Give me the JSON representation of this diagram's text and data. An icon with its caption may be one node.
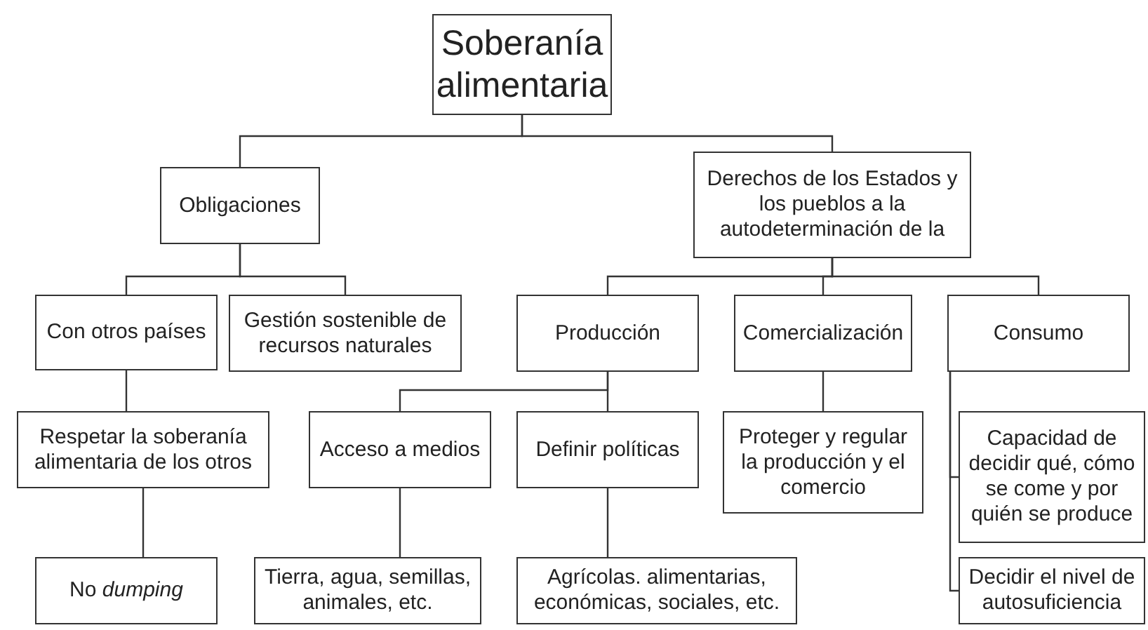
{
  "diagram": {
    "nodes": [
      {
        "text": [
          "Soberanía alimentaria"
        ]
      },
      {
        "text": [
          "Obligaciones"
        ]
      },
      {
        "text": [
          "Derechos de los Estados y los pueblos a la autodeterminación de la"
        ]
      },
      {
        "text": [
          "Con otros países"
        ]
      },
      {
        "text": [
          "Gestión sostenible de recursos naturales"
        ]
      },
      {
        "text": [
          "Producción"
        ]
      },
      {
        "text": [
          "Comercialización"
        ]
      },
      {
        "text": [
          "Consumo"
        ]
      },
      {
        "text": [
          "Respetar la soberanía alimentaria de los otros"
        ]
      },
      {
        "text": [
          "Acceso a medios"
        ]
      },
      {
        "text": [
          "Definir políticas"
        ]
      },
      {
        "text": [
          "Proteger y regular la producción y el comercio"
        ]
      },
      {
        "text": [
          "Capacidad de decidir qué, cómo se come y por quién se produce"
        ]
      },
      {
        "text": [
          "No *dumping*"
        ]
      },
      {
        "text": [
          "Tierra, agua, semillas, animales, etc."
        ]
      },
      {
        "text": [
          "Agrícolas. alimentarias, económicas, sociales, etc."
        ]
      },
      {
        "text": [
          "Decidir el nivel de autosuficiencia"
        ]
      }
    ],
    "edges": [
      {
        "from": 0,
        "to": 1,
        "arrow": "none"
      },
      {
        "from": 0,
        "to": 2,
        "arrow": "none"
      },
      {
        "from": 1,
        "to": 3,
        "arrow": "none"
      },
      {
        "from": 1,
        "to": 4,
        "arrow": "none"
      },
      {
        "from": 2,
        "to": 5,
        "arrow": "none"
      },
      {
        "from": 2,
        "to": 6,
        "arrow": "none"
      },
      {
        "from": 2,
        "to": 7,
        "arrow": "none"
      },
      {
        "from": 3,
        "to": 8,
        "arrow": "none"
      },
      {
        "from": 5,
        "to": 9,
        "arrow": "none"
      },
      {
        "from": 5,
        "to": 10,
        "arrow": "none"
      },
      {
        "from": 6,
        "to": 11,
        "arrow": "none"
      },
      {
        "from": 7,
        "to": 12,
        "arrow": "none"
      },
      {
        "from": 8,
        "to": 13,
        "arrow": "none"
      },
      {
        "from": 9,
        "to": 14,
        "arrow": "none"
      },
      {
        "from": 10,
        "to": 15,
        "arrow": "none"
      },
      {
        "from": 7,
        "to": 16,
        "arrow": "none"
      }
    ]
  }
}
